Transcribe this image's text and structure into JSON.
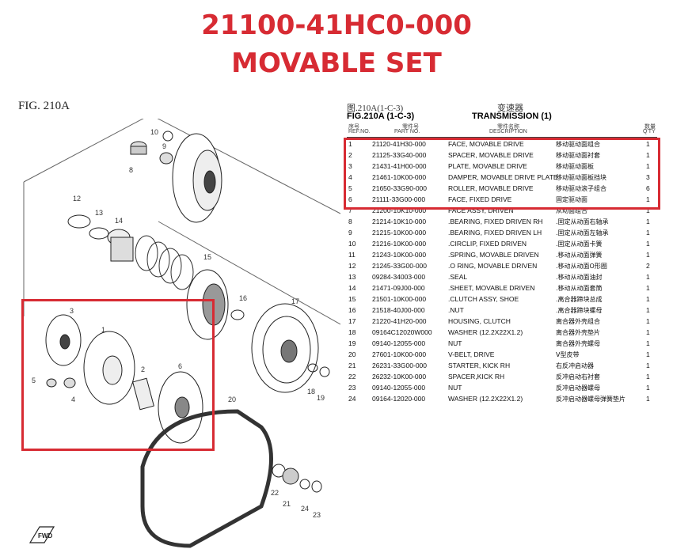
{
  "header": {
    "part_number": "21100-41HC0-000",
    "part_name": "MOVABLE SET"
  },
  "figure": {
    "label": "FIG. 210A",
    "callouts": [
      "1",
      "2",
      "3",
      "4",
      "5",
      "6",
      "8",
      "9",
      "10",
      "12",
      "13",
      "14",
      "15",
      "16",
      "17",
      "18",
      "19",
      "20",
      "21",
      "22",
      "23",
      "24"
    ],
    "fwd_label": "FWD"
  },
  "table": {
    "title_cn": "图.210A(1-C-3)",
    "title_cn_name": "变速器",
    "title_en": "FIG.210A (1-C-3)",
    "title_en_name": "TRANSMISSION (1)",
    "columns": {
      "ref_cn": "序号",
      "ref": "REF.NO.",
      "part_cn": "零件号",
      "part": "PART NO.",
      "desc_cn": "零件名称",
      "desc": "DESCRIPTION",
      "qty_cn": "数量",
      "qty": "Q'TY"
    },
    "rows": [
      {
        "ref": "1",
        "part": "21120-41H30-000",
        "desc": "FACE, MOVABLE DRIVE",
        "cn": "移动驱动面组合",
        "qty": "1"
      },
      {
        "ref": "2",
        "part": "21125-33G40-000",
        "desc": "SPACER, MOVABLE DRIVE",
        "cn": "移动驱动面衬套",
        "qty": "1"
      },
      {
        "ref": "3",
        "part": "21431-41H00-000",
        "desc": "PLATE, MOVABLE DRIVE",
        "cn": "移动驱动面板",
        "qty": "1"
      },
      {
        "ref": "4",
        "part": "21461-10K00-000",
        "desc": "DAMPER, MOVABLE DRIVE PLATE",
        "cn": "移动驱动面板挡块",
        "qty": "3"
      },
      {
        "ref": "5",
        "part": "21650-33G90-000",
        "desc": "ROLLER, MOVABLE DRIVE",
        "cn": "移动驱动滚子组合",
        "qty": "6"
      },
      {
        "ref": "6",
        "part": "21111-33G00-000",
        "desc": "FACE, FIXED DRIVE",
        "cn": "固定驱动面",
        "qty": "1"
      },
      {
        "ref": "7",
        "part": "21200-10K10-000",
        "desc": "FACE ASSY, DRIVEN",
        "cn": "从动面组合",
        "qty": "1"
      },
      {
        "ref": "8",
        "part": "21214-10K10-000",
        "desc": ".BEARING, FIXED DRIVEN RH",
        "cn": ".固定从动面右轴承",
        "qty": "1"
      },
      {
        "ref": "9",
        "part": "21215-10K00-000",
        "desc": ".BEARING, FIXED DRIVEN LH",
        "cn": ".固定从动面左轴承",
        "qty": "1"
      },
      {
        "ref": "10",
        "part": "21216-10K00-000",
        "desc": ".CIRCLIP, FIXED DRIVEN",
        "cn": ".固定从动面卡簧",
        "qty": "1"
      },
      {
        "ref": "11",
        "part": "21243-10K00-000",
        "desc": ".SPRING, MOVABLE DRIVEN",
        "cn": ".移动从动面弹簧",
        "qty": "1"
      },
      {
        "ref": "12",
        "part": "21245-33G00-000",
        "desc": ".O RING, MOVABLE DRIVEN",
        "cn": ".移动从动面O形圈",
        "qty": "2"
      },
      {
        "ref": "13",
        "part": "09284-34003-000",
        "desc": ".SEAL",
        "cn": ".移动从动面油封",
        "qty": "1"
      },
      {
        "ref": "14",
        "part": "21471-09J00-000",
        "desc": ".SHEET, MOVABLE DRIVEN",
        "cn": ".移动从动面套筒",
        "qty": "1"
      },
      {
        "ref": "15",
        "part": "21501-10K00-000",
        "desc": ".CLUTCH ASSY, SHOE",
        "cn": ".离合器蹄块总成",
        "qty": "1"
      },
      {
        "ref": "16",
        "part": "21518-40J00-000",
        "desc": ".NUT",
        "cn": ".离合器蹄块螺母",
        "qty": "1"
      },
      {
        "ref": "17",
        "part": "21220-41H20-000",
        "desc": "HOUSING, CLUTCH",
        "cn": "离合器外壳组合",
        "qty": "1"
      },
      {
        "ref": "18",
        "part": "09164C12020W000",
        "desc": "WASHER (12.2X22X1.2)",
        "cn": "离合器外壳垫片",
        "qty": "1"
      },
      {
        "ref": "19",
        "part": "09140-12055-000",
        "desc": "NUT",
        "cn": "离合器外壳螺母",
        "qty": "1"
      },
      {
        "ref": "20",
        "part": "27601-10K00-000",
        "desc": "V-BELT, DRIVE",
        "cn": "V型皮带",
        "qty": "1"
      },
      {
        "ref": "21",
        "part": "26231-33G00-000",
        "desc": "STARTER, KICK RH",
        "cn": "右反冲启动器",
        "qty": "1"
      },
      {
        "ref": "22",
        "part": "26232-10K00-000",
        "desc": "SPACER,KICK RH",
        "cn": "反冲启动右衬套",
        "qty": "1"
      },
      {
        "ref": "23",
        "part": "09140-12055-000",
        "desc": "NUT",
        "cn": "反冲启动器螺母",
        "qty": "1"
      },
      {
        "ref": "24",
        "part": "09164-12020-000",
        "desc": "WASHER (12.2X22X1.2)",
        "cn": "反冲启动器螺母弹簧垫片",
        "qty": "1"
      }
    ]
  },
  "highlight_color": "#d72b33"
}
